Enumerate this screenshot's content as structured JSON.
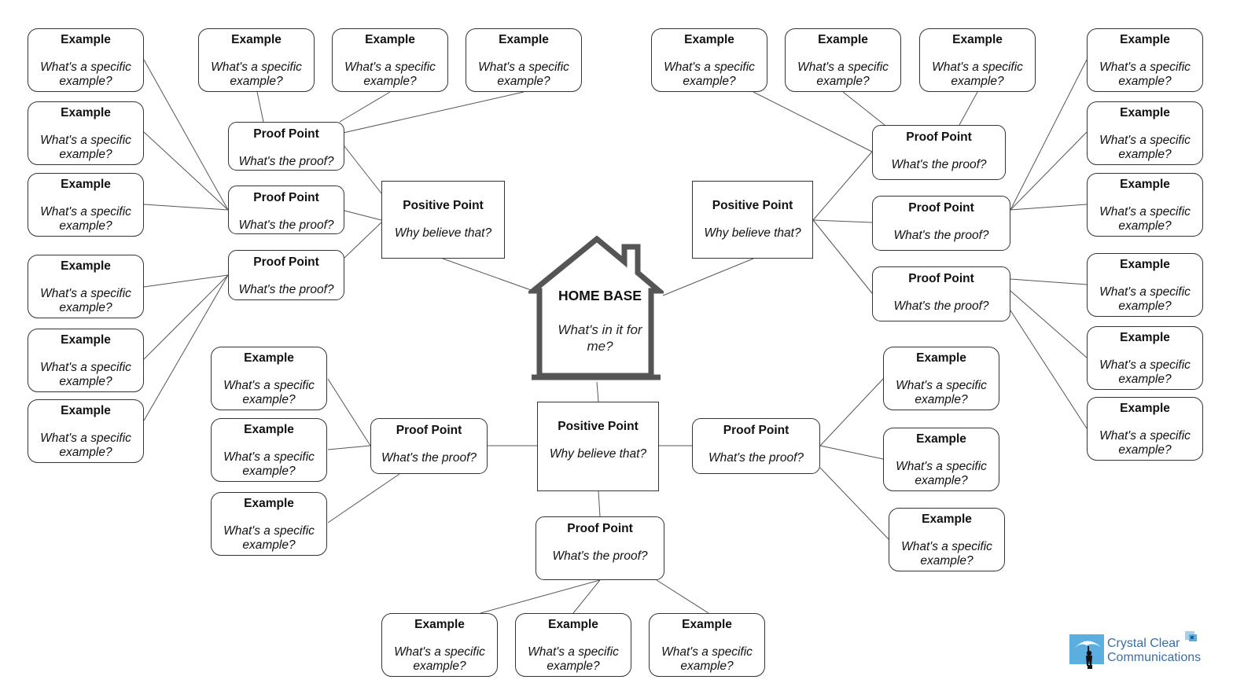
{
  "home_base": {
    "title": "HOME BASE",
    "subtitle": "What's in it for me?"
  },
  "labels": {
    "positive_title": "Positive Point",
    "positive_sub": "Why believe that?",
    "proof_title": "Proof Point",
    "proof_sub": "What's the proof?",
    "example_title": "Example",
    "example_sub": "What's a specific example?"
  },
  "brand": {
    "name_line1": "Crystal Clear",
    "name_line2": "Communications",
    "color": "#3a6ea5",
    "accent": "#5aaee0",
    "icon": "figure-under-umbrella-icon"
  },
  "colors": {
    "line": "#555555",
    "border": "#333333",
    "house": "#555555"
  }
}
